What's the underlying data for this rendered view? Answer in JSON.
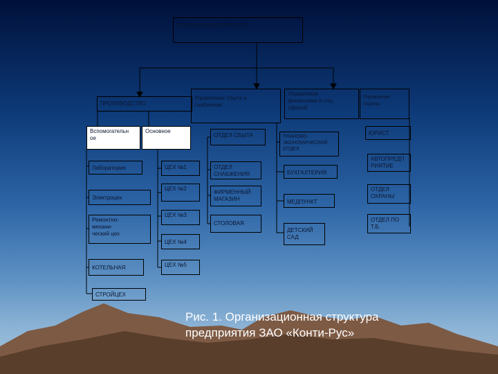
{
  "colors": {
    "sky_top": "#00103a",
    "sky_bottom": "#a9c6dc",
    "mountain": "#7d5a44",
    "line": "#000000",
    "caption_text": "#ffffff"
  },
  "chart": {
    "director": "ГЕНЕРАЛЬНЫЙ          ДИРЕКТОР",
    "production": "ПРОИЗВОДСТВО",
    "auxiliary_prod": "Вспомогательн\nое",
    "main_prod": "Основное",
    "laboratory": "Лаборатория",
    "power_shop": "Электроцех",
    "repair_shop": "Ремонтно-\nмехани-\nческий цех",
    "boiler": "КОТЕЛЬНАЯ",
    "construction_shop": "СТРОЙЦЕХ",
    "shop_1": "ЦЕХ №1",
    "shop_2": "ЦЕХ №2",
    "shop_3": "ЦЕХ №3",
    "shop_4": "ЦЕХ №4",
    "shop_5": "ЦЕХ №5",
    "supply_mgmt": "Управление    сбыта    и\nснабжения",
    "sales_dept": "ОТДЕЛ СБЫТА",
    "supply_dept": "ОТДЕЛ\nСНАБЖЕНИЯ",
    "brand_store": "ФИРМЕННЫЙ\nМАГАЗИН",
    "canteen": "СТОЛОВАЯ",
    "finance_mgmt": "Управление\nфинансами и соц.\nсферой",
    "planning_dept": "ПЛАНОВО-\nЭКОНОМИЧЕСКИЙ\nОТДЕЛ",
    "accounting": "БУХГАЛТЕРИЯ",
    "medical": "МЕДПУНКТ",
    "kindergarten": "ДЕТСКИЙ\nСАД",
    "security_mgmt": "Управление\nохраны",
    "lawyer": "ЮРИСТ",
    "motor_transport": "АВТОПРЕДП\nРИЯТИЕ",
    "guard_dept": "ОТДЕЛ\nОХРАНЫ",
    "safety_dept": "ОТДЕЛ    ПО\nТ.Б."
  },
  "caption": "Рис. 1. Организационная структура\nпредприятия ЗАО «Конти-Рус»"
}
